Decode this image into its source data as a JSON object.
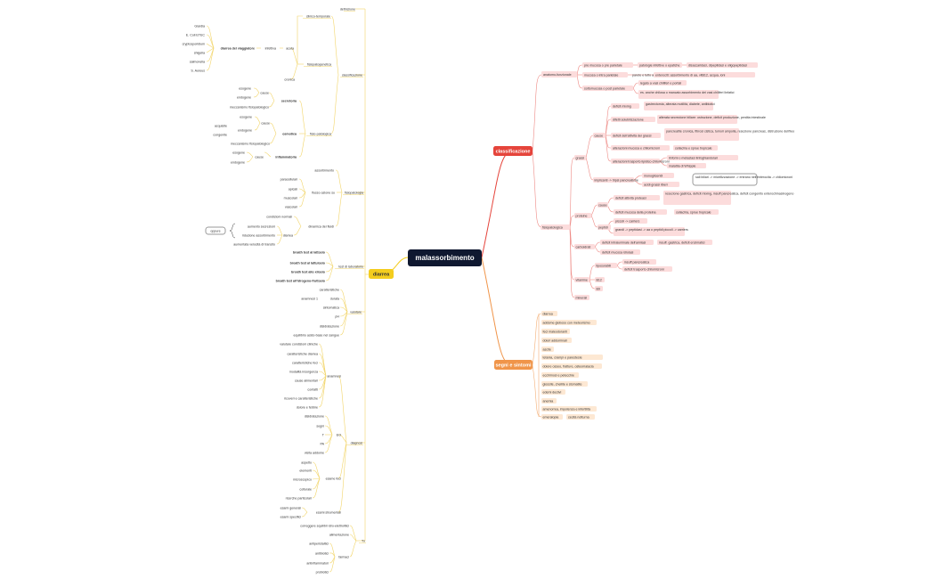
{
  "colors": {
    "root_bg": "#0f1830",
    "classificazione": "#e5443b",
    "segni": "#f0954a",
    "diarrea": "#f4cd1e",
    "pink_fill": "#fcdcdc",
    "orange_fill": "#fde8d3",
    "yellow_line": "#f2d56a",
    "red_line": "#ee8a85",
    "orange_line": "#f3ae74"
  },
  "root": "malassorbimento",
  "branches": {
    "classificazione": "classificazione",
    "segni": "segni e sintomi",
    "diarrea": "diarrea"
  },
  "left": {
    "definizione": "definizione",
    "classificazione": "classificazione",
    "clinico_temporale": "clinico-temporale",
    "acuta": "acuta",
    "infettiva": "infettiva",
    "diarrea_viaggiatore": "diarrea del viaggiatore",
    "pathogens": [
      "Giardia",
      "E. Coli ETEC",
      "cryptosporidium",
      "shigella",
      "salmonella",
      "S. Aureus"
    ],
    "fisiopatogenetica": "fisiopatogenetica",
    "cronica": "cronica",
    "fisio_patologica": "fisio-patologica",
    "secretoria": "secretoria",
    "cause": "cause",
    "esogene": "esogene",
    "endogene": "endogene",
    "meccanismo": "meccanismo fisiopatologico",
    "osmotica": "osmotica",
    "acquisite": "acquisite",
    "congenite": "congenite",
    "infiammatoria": "infiammatoria",
    "fisiopatologia": "fisiopatologia",
    "assorbimento": "assorbimento",
    "flusso_ioni": "flusso azione su",
    "paracellulari": "paracellulari",
    "apicali": "apicali",
    "muscolari": "muscolari",
    "vascolari": "vascolari",
    "dinamica_fluidi": "dinamica dei fluidi",
    "condizioni_normali": "condizioni normali",
    "diarrea_mech": "diarrea",
    "aumento_secrezioni": "aumento secrezioni",
    "riduzione_assorbimento": "riduzione assorbimento",
    "aumentata_velocita": "aumentata velocità di transito",
    "oppure": "oppure",
    "test_laboratorio": "test di laboratorio",
    "breath_tests": [
      "breath test al lattosio",
      "breath test al lattulosio",
      "breath test allo xilosio",
      "breath test all'idrogeno-fruttosio"
    ],
    "valutare": "valutare",
    "valutare_items": [
      "caratteristiche",
      "durata",
      "anamnesi 1",
      "sintomatica",
      "pH",
      "disidratazione",
      "equilibrio acido-base nel sangue"
    ],
    "diagnosi": "diagnosi",
    "anamnesi": "anamnesi",
    "anamnesi_items": [
      "valutare condizioni cliniche",
      "caratteristiche diarrea",
      "caratteristiche feci",
      "modalità insorgenza",
      "cause alimentari",
      "contatti",
      "ricoveri e caratteristiche",
      "dolore e febbre"
    ],
    "eo": "EO",
    "eo_items": [
      "disidratazione",
      "segni",
      "T",
      "PA",
      "visita addome"
    ],
    "esame_feci": "esame feci",
    "feci_items": [
      "aspetto",
      "elementi",
      "microscopico",
      "colturale",
      "ricerche particolari"
    ],
    "esami_strumentali": "esami strumentali",
    "esami_items": [
      "esami generali",
      "esami specifici"
    ],
    "terapia": "Tx",
    "correggere": "correggere squilibri idro-elettrolitici",
    "alimentazione": "alimentazione",
    "farmaci": "farmaci",
    "farmaci_items": [
      "antiperistaltici",
      "antibiotici",
      "antinfiammatori",
      "probiotici"
    ]
  },
  "right": {
    "anatomo_funzionale": "anatomo-funzionale",
    "anat_items": [
      "pre mucosa o pre parietale",
      "mucosa o intra parietale",
      "sottomucosa o post parietale"
    ],
    "patologie": "patologie infettive o epatiche",
    "disaccaridasi": "disaccaridasi, dipeptidasi e oligopeptidasi",
    "parete_tubo": "parete e tutto apparato",
    "enterociti": "enterociti: assorbimento di aa, vitB12, acqua, ioni",
    "linfatici": "legato a vasi chiliferi e portali",
    "rallentato": "es. anche chilosa o mancato assorbimento dei vasi chiliferi linfatici",
    "fisiopatologica": "fisiopatologica",
    "grassi": "grassi",
    "cause": "cause",
    "deficit_mixing": "deficit mixing",
    "deficit_mixing_d": "gastrectomia, alterata motilità, diabete, antibiotici",
    "deficit_solubilizzazione": "difetti solubilizzazione",
    "deficit_solubilizzazione_d": "alterata secrezione biliare: ostruzione, deficit produzione, perdita intestinale",
    "deficit_lipasi": "deficit dell'attività dei grassi",
    "deficit_lipasi_d": "pancreatite cronica, fibrosi cistica, tumori ampolla, resezione pancreas, distruzione dell'ileo",
    "alterazioni_mucosa": "alterazioni mucosa e chilomicroni",
    "alterazioni_mucosa_d": "celiachia e sprue tropicale",
    "alterazioni_trasporto": "alterazioni trasporto lipidico chilomicroni",
    "trasporto_items": [
      "linfomi o metastasi linfoghiandolari",
      "malattia di Whipple"
    ],
    "implicanti": "implicanti -> tripsi pancreatiche",
    "monogliceridi": "monogliceridi",
    "acidi_grassi": "acidi grassi liberi",
    "sali_biliari": "sali biliari -> micellizzazione -> entrano nell'enterocita -> chilomicroni",
    "proteine": "proteine",
    "cause_prot": "cause",
    "deficit_proteasi": "deficit attività proteasi",
    "deficit_proteasi_d": "resezione gastrica, deficit mixing, insuff pancreatica, deficit congenito enterochinasinogeno",
    "deficit_mucosa_prot": "deficit mucosa della proteina",
    "deficit_mucosa_prot_d": "celiachia, sprue tropicale",
    "peptidi": "peptidi",
    "piccoli": "piccoli -> carriers",
    "grandi": "grandi -> peptidasi -> aa o peptidi piccoli -> carriers",
    "carboidrati": "carboidrati",
    "deficit_intraluminale": "deficit intraluminale dell'amilasi",
    "deficit_intraluminale_d": "insuff. gastrica, deficit enzimatici",
    "deficit_mucosa_enz": "deficit mucosa idrolasi",
    "vitamine": "vitamine",
    "liposolubili": "liposolubili",
    "lipo_items": [
      "insuff pancreatica",
      "deficit trasporto chilomicroni"
    ],
    "b12": "B12",
    "b9": "B9",
    "minerali": "minerali",
    "segni_items": [
      "diarrea",
      "addome globoso con meteorismo",
      "feci maleodoranti",
      "dolori addominali",
      "ascite",
      "tetania, crampi e parestesie",
      "dolore osseo, fratture, osteomalacia",
      "ecchimosi e petecchie",
      "glossite, cheilite e stomatite",
      "edemi declivi",
      "anemia",
      "amenorrea, impotenza e infertilità",
      "emeralopia"
    ],
    "cecita": "cecità notturna"
  }
}
